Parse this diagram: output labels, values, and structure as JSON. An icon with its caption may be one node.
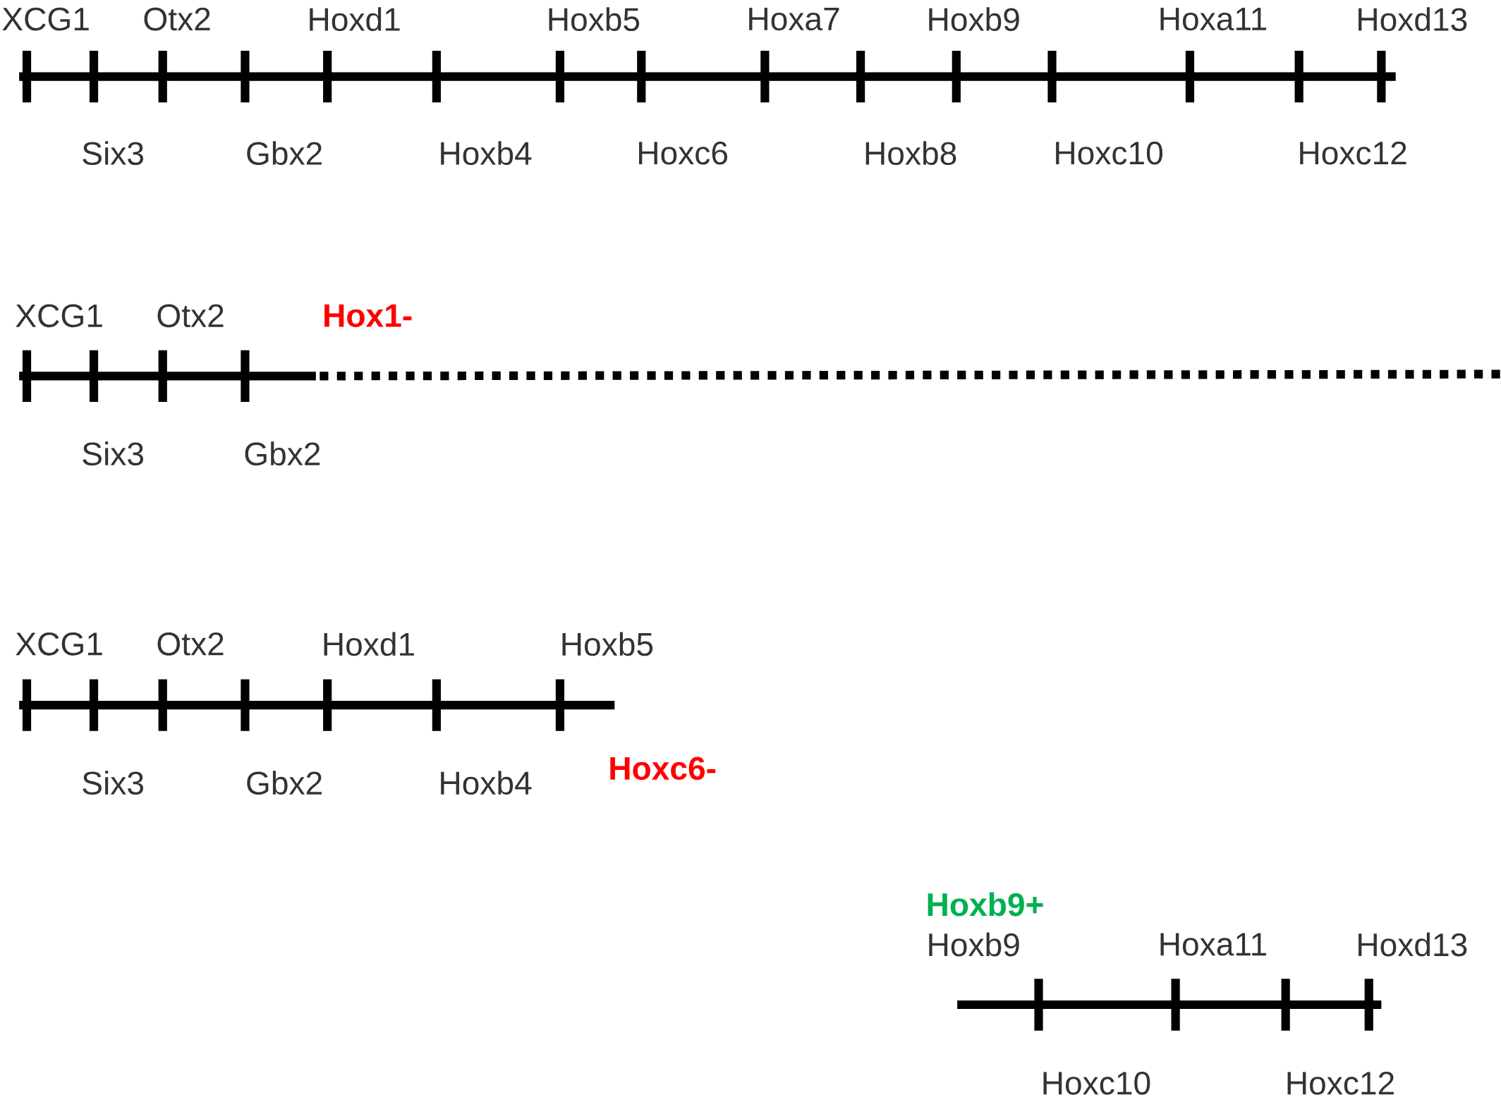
{
  "diagram": {
    "labels": [
      "XCG1",
      "Otx2",
      "Hoxd1",
      "Hoxb5",
      "Hoxa7",
      "Hoxb9",
      "Hoxa11",
      "Hoxd13",
      "Six3",
      "Gbx2",
      "Hoxb4",
      "Hoxc6",
      "Hoxb8",
      "Hoxc10",
      "Hoxc12",
      "XCG1",
      "Otx2",
      "Hox1-",
      "Six3",
      "Gbx2",
      "XCG1",
      "Otx2",
      "Hoxd1",
      "Hoxb5",
      "Six3",
      "Gbx2",
      "Hoxb4",
      "Hoxc6-",
      "Hoxb9+",
      "Hoxb9",
      "Hoxa11",
      "Hoxd13",
      "Hoxc10",
      "Hoxc12"
    ]
  }
}
